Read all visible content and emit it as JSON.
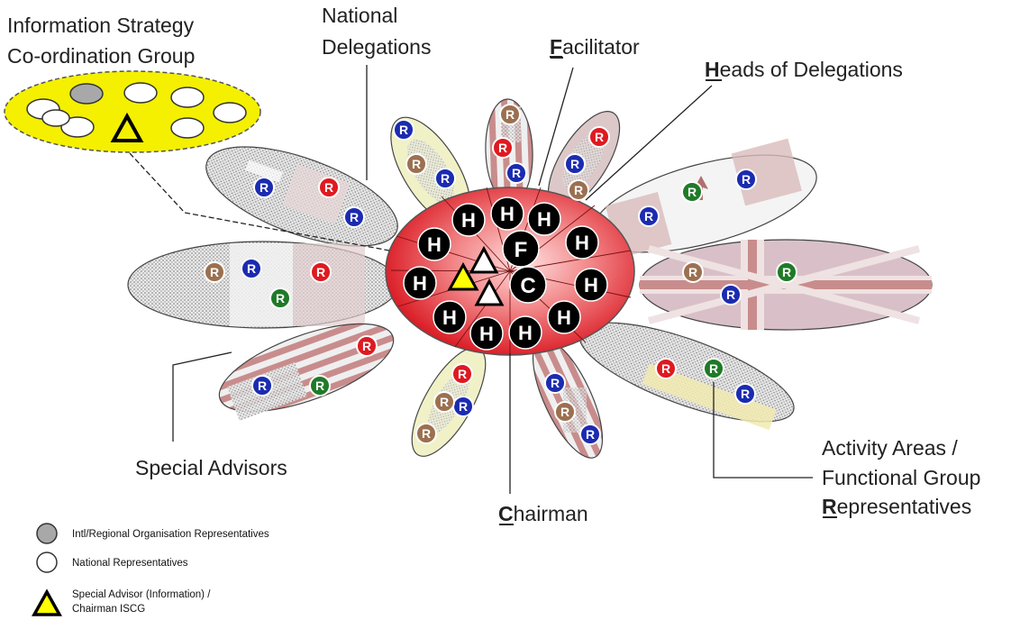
{
  "labels": {
    "iscg_line1": "Information Strategy",
    "iscg_line2": "Co-ordination Group",
    "national_line1": "National",
    "national_line2": "Delegations",
    "facilitator_initial": "F",
    "facilitator_rest": "acilitator",
    "heads_initial": "H",
    "heads_rest": "eads of Delegations",
    "special_advisors": "Special Advisors",
    "chairman_initial": "C",
    "chairman_rest": "hairman",
    "activity_line1": "Activity Areas /",
    "activity_line2": "Functional Group",
    "activity_initial": "R",
    "activity_rest": "epresentatives"
  },
  "legend": {
    "intl": "Intl/Regional Organisation Representatives",
    "national": "National Representatives",
    "advisor_line1": "Special Advisor (Information) /",
    "advisor_line2": "Chairman ISCG"
  },
  "markers": {
    "head": "H",
    "facilitator": "F",
    "chairman": "C",
    "representative": "R"
  },
  "colors": {
    "core_red": "#e8141c",
    "advisor_yellow": "#ffff00",
    "iscg_fill": "#f4f000",
    "rep_blue": "#1b2bb0",
    "rep_red": "#de1a20",
    "rep_green": "#1f7a28",
    "rep_brown": "#9b7050",
    "intl_gray": "#a8a8a8"
  }
}
